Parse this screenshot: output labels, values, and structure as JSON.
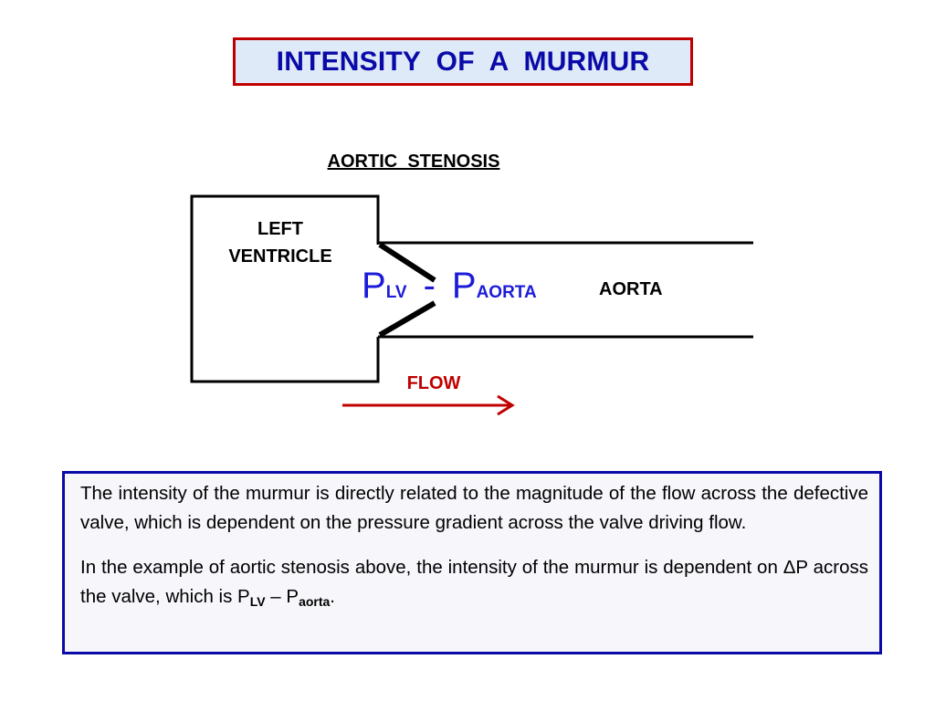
{
  "title": "INTENSITY  OF  A  MURMUR",
  "diagram": {
    "subtitle": "AORTIC  STENOSIS",
    "left_ventricle_label": [
      "LEFT",
      "VENTRICLE"
    ],
    "pressure": {
      "p1": "P",
      "p1_sub": "LV",
      "minus": "-",
      "p2": "P",
      "p2_sub": "AORTA"
    },
    "aorta_label": "AORTA",
    "flow_label": "FLOW",
    "colors": {
      "outline": "#000000",
      "flow_arrow": "#c00000",
      "pressure_text": "#1c1cd8"
    }
  },
  "text_box": {
    "paragraph1": "The intensity of the murmur is directly related to the magnitude of the flow across the defective valve, which is dependent on the pressure gradient across the valve driving flow.",
    "paragraph2": {
      "text": "In the example of aortic stenosis above, the intensity of the murmur is dependent on ΔP across the valve, which is P",
      "sub1": "LV",
      "mid": " – P",
      "sub2": "aorta",
      "end": "."
    }
  },
  "colors": {
    "title_border": "#c00000",
    "title_background": "#dfeaf8",
    "title_text": "#0a0aa8",
    "text_box_border": "#0a0aa8"
  }
}
